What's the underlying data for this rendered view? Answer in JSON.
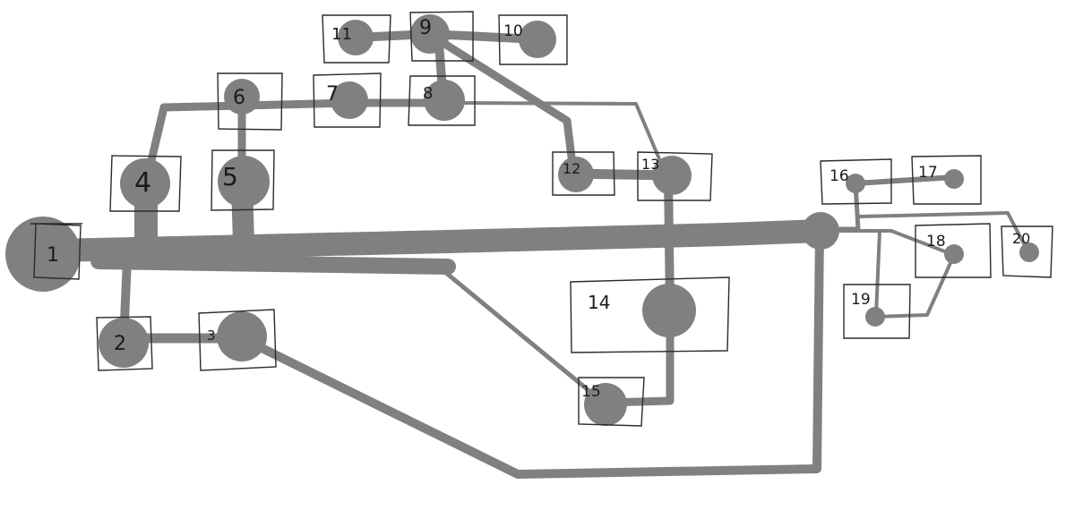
{
  "diagram": {
    "type": "hand-drawn-node-graph",
    "colors": {
      "line": "#808080",
      "node": "#808080",
      "box": "#2b2b2b",
      "label": "#1a1a1a",
      "background": "#ffffff"
    },
    "nodes": [
      {
        "id": "1",
        "label": "1"
      },
      {
        "id": "2",
        "label": "2"
      },
      {
        "id": "3",
        "label": "3"
      },
      {
        "id": "4",
        "label": "4"
      },
      {
        "id": "5",
        "label": "5"
      },
      {
        "id": "6",
        "label": "6"
      },
      {
        "id": "7",
        "label": "7"
      },
      {
        "id": "8",
        "label": "8"
      },
      {
        "id": "9",
        "label": "9"
      },
      {
        "id": "10",
        "label": "10"
      },
      {
        "id": "11",
        "label": "11"
      },
      {
        "id": "12",
        "label": "12"
      },
      {
        "id": "13",
        "label": "13"
      },
      {
        "id": "14",
        "label": "14"
      },
      {
        "id": "15",
        "label": "15"
      },
      {
        "id": "16",
        "label": "16"
      },
      {
        "id": "17",
        "label": "17"
      },
      {
        "id": "18",
        "label": "18"
      },
      {
        "id": "19",
        "label": "19"
      },
      {
        "id": "20",
        "label": "20"
      }
    ],
    "edges": [
      {
        "from": "1",
        "to": "2"
      },
      {
        "from": "2",
        "to": "3"
      },
      {
        "from": "1",
        "to": "4"
      },
      {
        "from": "1",
        "to": "5"
      },
      {
        "from": "4",
        "to": "6"
      },
      {
        "from": "6",
        "to": "5"
      },
      {
        "from": "6",
        "to": "7"
      },
      {
        "from": "7",
        "to": "8"
      },
      {
        "from": "8",
        "to": "9"
      },
      {
        "from": "11",
        "to": "9"
      },
      {
        "from": "9",
        "to": "10"
      },
      {
        "from": "9",
        "to": "12"
      },
      {
        "from": "12",
        "to": "13"
      },
      {
        "from": "8",
        "to": "13"
      },
      {
        "from": "13",
        "to": "14"
      },
      {
        "from": "14",
        "to": "15"
      },
      {
        "from": "1",
        "to": "15"
      },
      {
        "from": "1",
        "to": "hub"
      },
      {
        "from": "3",
        "to": "hub"
      },
      {
        "from": "hub",
        "to": "16"
      },
      {
        "from": "16",
        "to": "17"
      },
      {
        "from": "hub",
        "to": "18"
      },
      {
        "from": "hub",
        "to": "19"
      },
      {
        "from": "18",
        "to": "19"
      },
      {
        "from": "hub",
        "to": "20"
      }
    ]
  }
}
